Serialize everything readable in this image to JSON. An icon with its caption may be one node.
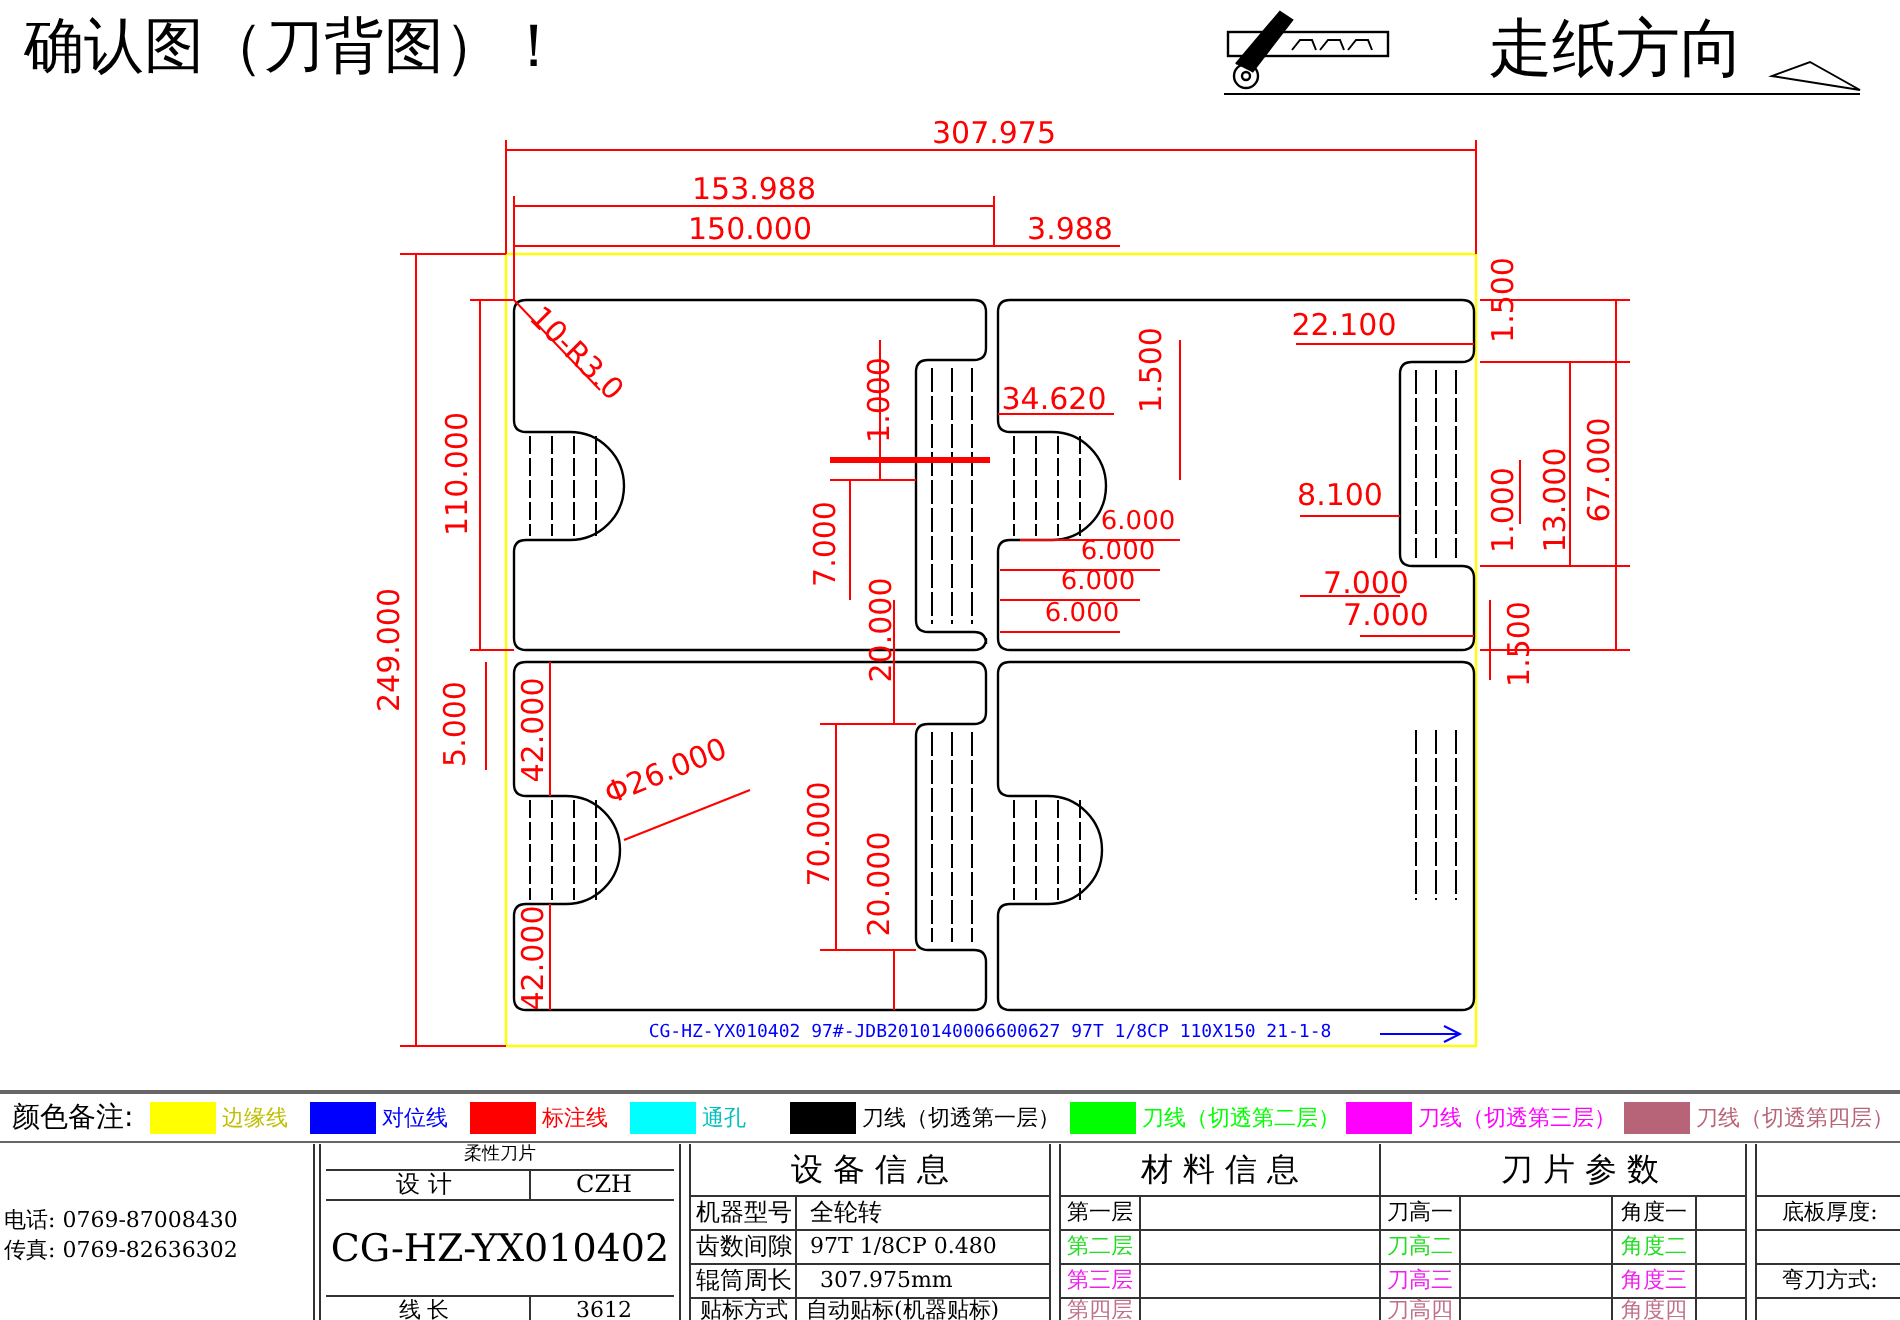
{
  "diagram": {
    "title": "确认图（刀背图）！",
    "labels": [
      "走纸方向",
      "307.975",
      "153.988",
      "150.000",
      "3.988",
      "10-R3.0",
      "22.100",
      "1.500",
      "1.000",
      "34.620",
      "1.500",
      "110.000",
      "8.100",
      "1.000",
      "13.000",
      "67.000",
      "6.000",
      "6.000",
      "6.000",
      "6.000",
      "7.000",
      "7.000",
      "7.000",
      "20.000",
      "1.500",
      "249.000",
      "5.000",
      "42.000",
      "Φ26.000",
      "70.000",
      "20.000",
      "42.000",
      "CG-HZ-YX010402  97#-JDB2010140006600627  97T  1/8CP  110X150  21-1-8",
      "颜色备注:",
      "电话: 0769-87008430",
      "传真: 0769-82636302",
      "柔性刀片",
      "设 计",
      "CZH",
      "CG-HZ-YX010402",
      "线 长",
      "3612",
      "设 备 信 息",
      "机器型号",
      "全轮转",
      "齿数间隙",
      "97T 1/8CP 0.480",
      "辊筒周长",
      "307.975mm",
      "贴标方式",
      "自动贴标(机器贴标)",
      "材 料 信 息",
      "第一层",
      "第二层",
      "第三层",
      "第四层",
      "刀 片 参 数",
      "刀高一",
      "角度一",
      "刀高二",
      "角度二",
      "刀高三",
      "角度三",
      "刀高四",
      "角度四",
      "底板厚度:",
      "弯刀方式:"
    ],
    "legend": [
      {
        "text": "边缘线",
        "color": "#ffff00"
      },
      {
        "text": "对位线",
        "color": "#0000ff"
      },
      {
        "text": "标注线",
        "color": "#ff0000"
      },
      {
        "text": "通孔",
        "color": "#00ffff"
      },
      {
        "text": "刀线（切透第一层）",
        "color": "#000000"
      },
      {
        "text": "刀线（切透第二层）",
        "color": "#00ff00"
      },
      {
        "text": "刀线（切透第三层）",
        "color": "#ff00ff"
      },
      {
        "text": "刀线（切透第四层）",
        "color": "#b86478"
      }
    ]
  }
}
